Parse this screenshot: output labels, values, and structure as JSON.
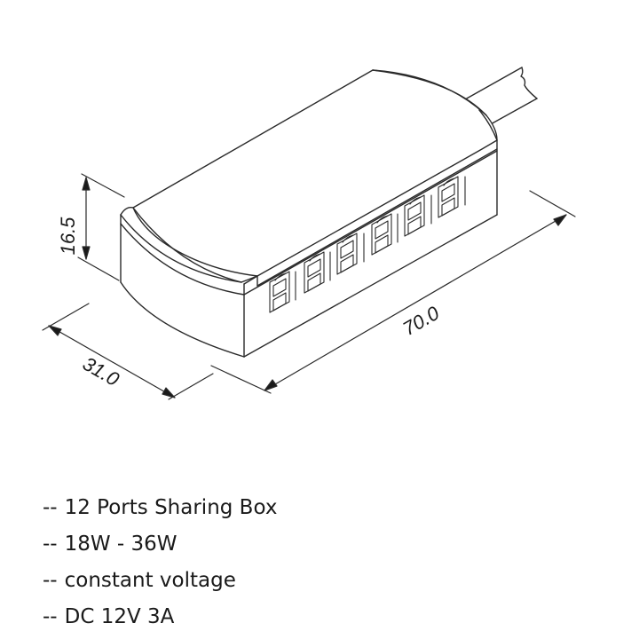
{
  "drawing": {
    "title": "Sharing box technical drawing",
    "dimensions": {
      "height": "16.5",
      "width": "31.0",
      "length": "70.0"
    },
    "visible_ports": 6,
    "line_color": "#2a2a2a"
  },
  "specs": {
    "bullet": "--",
    "items": [
      {
        "label": "12 Ports Sharing Box"
      },
      {
        "label": "18W - 36W"
      },
      {
        "label": "constant voltage"
      },
      {
        "label": "DC 12V 3A"
      }
    ]
  }
}
